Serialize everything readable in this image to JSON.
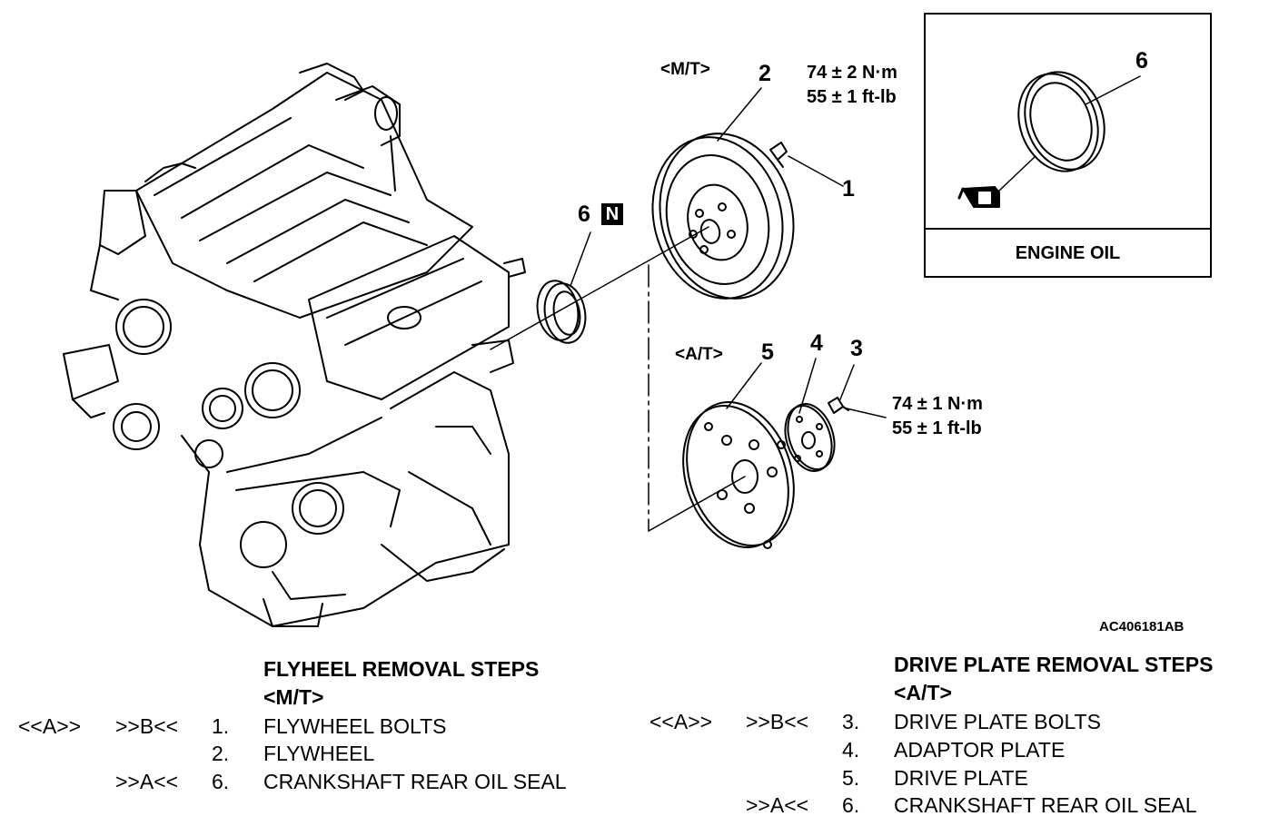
{
  "diagram": {
    "mt_tag": "<M/T>",
    "at_tag": "<A/T>",
    "callouts": {
      "c1": "1",
      "c2": "2",
      "c3": "3",
      "c4": "4",
      "c5": "5",
      "c6": "6",
      "c6_inset": "6",
      "n_badge": "N"
    },
    "torque_mt": {
      "line1": "74 ± 2 N·m",
      "line2": "55 ± 1 ft-lb"
    },
    "torque_at": {
      "line1": "74 ± 1 N·m",
      "line2": "55 ± 1 ft-lb"
    },
    "inset_label": "ENGINE OIL",
    "figure_code": "AC406181AB"
  },
  "flywheel_steps": {
    "title": "FLYHEEL REMOVAL STEPS",
    "subtitle": "<M/T>",
    "rows": [
      {
        "removal": "<<A>>",
        "install": ">>B<<",
        "num": "1.",
        "name": "FLYWHEEL BOLTS"
      },
      {
        "removal": "",
        "install": "",
        "num": "2.",
        "name": "FLYWHEEL"
      },
      {
        "removal": "",
        "install": ">>A<<",
        "num": "6.",
        "name": "CRANKSHAFT REAR OIL SEAL"
      }
    ]
  },
  "driveplate_steps": {
    "title": "DRIVE PLATE REMOVAL STEPS",
    "subtitle": "<A/T>",
    "rows": [
      {
        "removal": "<<A>>",
        "install": ">>B<<",
        "num": "3.",
        "name": "DRIVE PLATE BOLTS"
      },
      {
        "removal": "",
        "install": "",
        "num": "4.",
        "name": "ADAPTOR PLATE"
      },
      {
        "removal": "",
        "install": "",
        "num": "5.",
        "name": "DRIVE PLATE"
      },
      {
        "removal": "",
        "install": ">>A<<",
        "num": "6.",
        "name": "CRANKSHAFT REAR OIL SEAL"
      }
    ]
  }
}
